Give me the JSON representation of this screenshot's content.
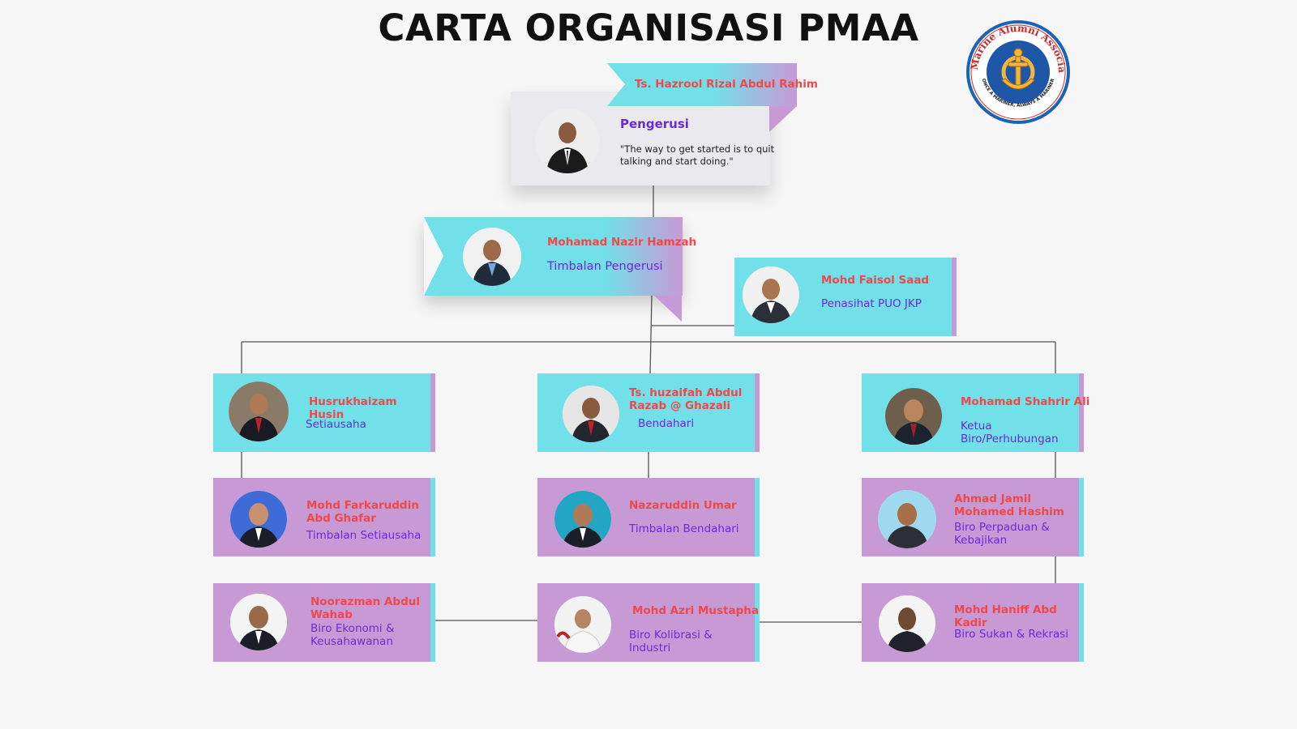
{
  "title": "CARTA ORGANISASI PMAA",
  "logo": {
    "ring_text": "Puo Marine Alumni Association",
    "motto": "ONCE A MARINER, ALWAYS A MARINER",
    "colors": {
      "ring": "#1a63b5",
      "inner": "#1f57a8",
      "anchor": "#f2b640"
    }
  },
  "chairman": {
    "name": "Ts. Hazrool Rizal Abdul Rahim",
    "role": "Pengerusi",
    "quote": "\"The way to get started is to quit talking and start doing.\""
  },
  "deputy": {
    "name": "Mohamad Nazir Hamzah",
    "role": "Timbalan Pengerusi"
  },
  "advisor": {
    "name": "Mohd Faisol Saad",
    "role": "Penasihat PUO JKP"
  },
  "members": [
    {
      "name": "Husrukhaizam Husin",
      "role": "Setiausaha"
    },
    {
      "name": "Ts. huzaifah Abdul Razab @ Ghazali",
      "role": "Bendahari"
    },
    {
      "name": "Mohamad Shahrir Ali",
      "role": "Ketua Biro/Perhubungan"
    },
    {
      "name": "Mohd Farkaruddin Abd Ghafar",
      "role": "Timbalan Setiausaha"
    },
    {
      "name": "Nazaruddin Umar",
      "role": "Timbalan Bendahari"
    },
    {
      "name": "Ahmad Jamil Mohamed Hashim",
      "role": "Biro Perpaduan & Kebajikan"
    },
    {
      "name": "Noorazman Abdul Wahab",
      "role": "Biro Ekonomi & Keusahawanan"
    },
    {
      "name": "Mohd Azri Mustapha",
      "role": "Biro Kolibrasi & Industri"
    },
    {
      "name": "Mohd Haniff Abd Kadir",
      "role": "Biro Sukan & Rekrasi"
    }
  ],
  "colors": {
    "cyan": "#72e0e9",
    "purple": "#c79ad6",
    "name": "#f04848",
    "role": "#6a2ad8"
  }
}
